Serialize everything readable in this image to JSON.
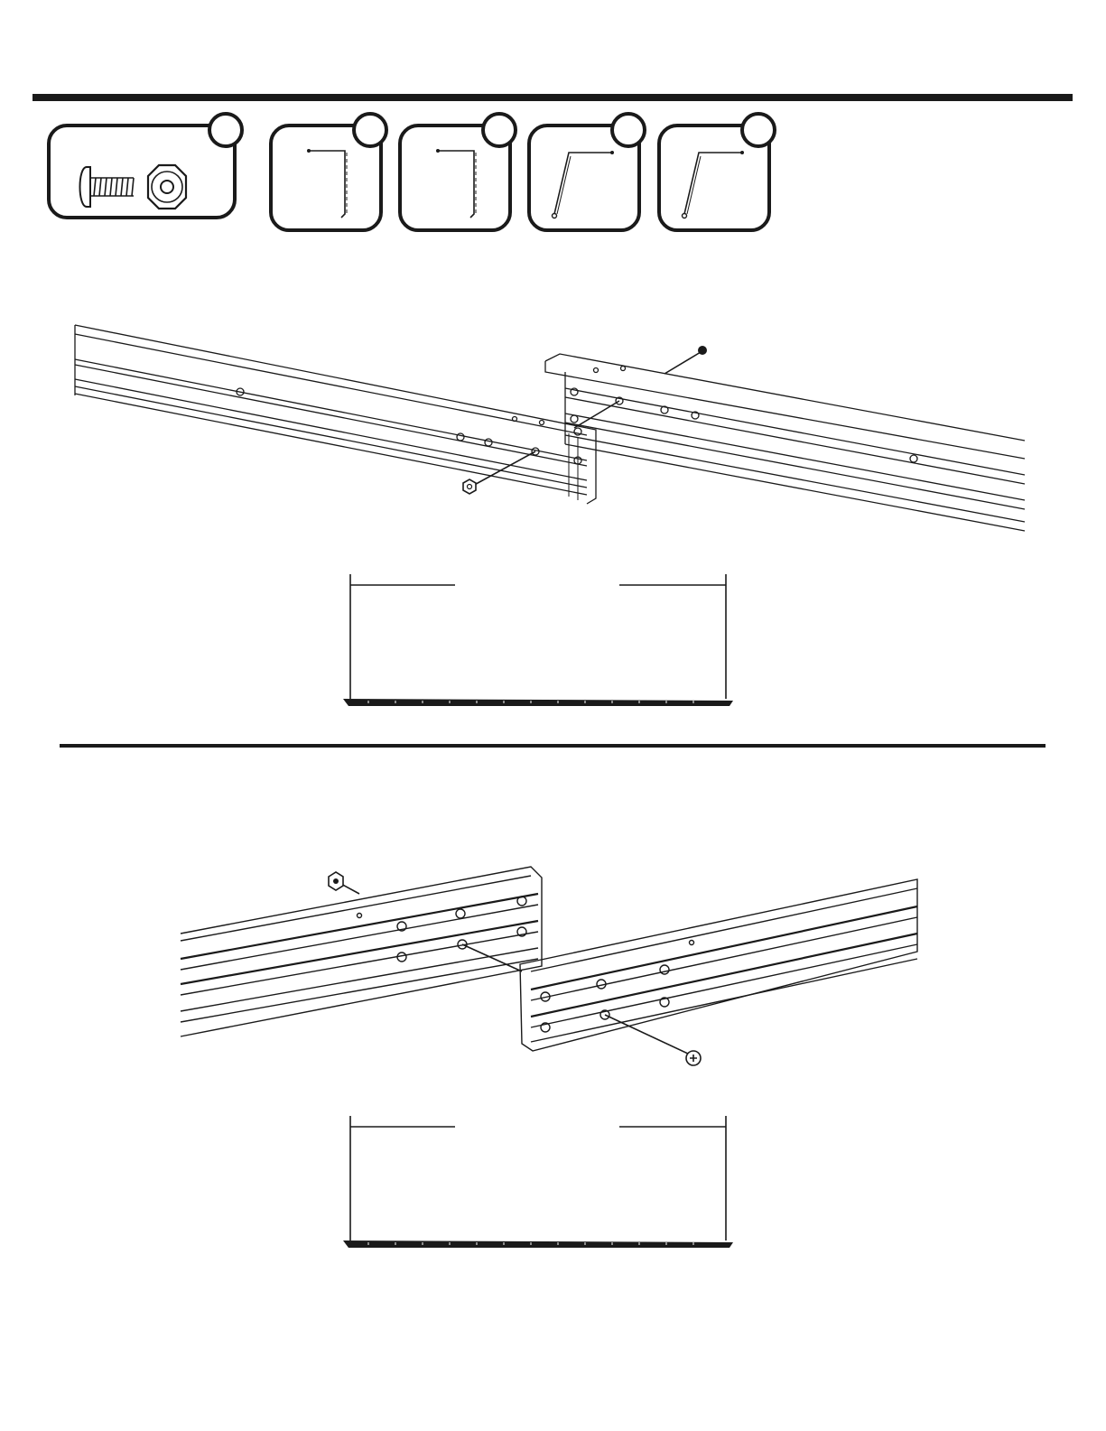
{
  "parts": [
    {
      "id": "hardware",
      "icon": "screw-and-nut-icon",
      "badge": ""
    },
    {
      "id": "rail-a",
      "icon": "rail-profile-icon",
      "badge": ""
    },
    {
      "id": "rail-b",
      "icon": "rail-profile-icon",
      "badge": ""
    },
    {
      "id": "rail-c",
      "icon": "angle-profile-icon",
      "badge": ""
    },
    {
      "id": "rail-d",
      "icon": "angle-profile-icon",
      "badge": ""
    }
  ],
  "diagrams": [
    {
      "id": "upper-rail-joint",
      "icon": "rail-joint-diagram-icon"
    },
    {
      "id": "lower-rail-joint",
      "icon": "rail-joint-diagram-icon"
    }
  ],
  "colors": {
    "ink": "#1a1a1a",
    "paper": "#ffffff"
  }
}
